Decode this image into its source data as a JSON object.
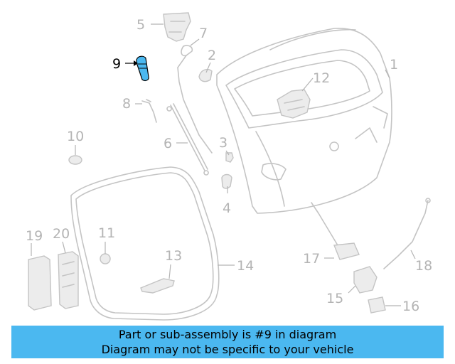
{
  "banner": {
    "line1": "Part or sub-assembly is #9 in diagram",
    "line2": "Diagram may not be specific to your vehicle"
  },
  "highlight_color": "#4bb8f0",
  "callouts": {
    "c1": "1",
    "c2": "2",
    "c3": "3",
    "c4": "4",
    "c5": "5",
    "c6": "6",
    "c7": "7",
    "c8": "8",
    "c9": "9",
    "c10": "10",
    "c11": "11",
    "c12": "12",
    "c13": "13",
    "c14": "14",
    "c15": "15",
    "c16": "16",
    "c17": "17",
    "c18": "18",
    "c19": "19",
    "c20": "20"
  },
  "highlighted_part": "9"
}
